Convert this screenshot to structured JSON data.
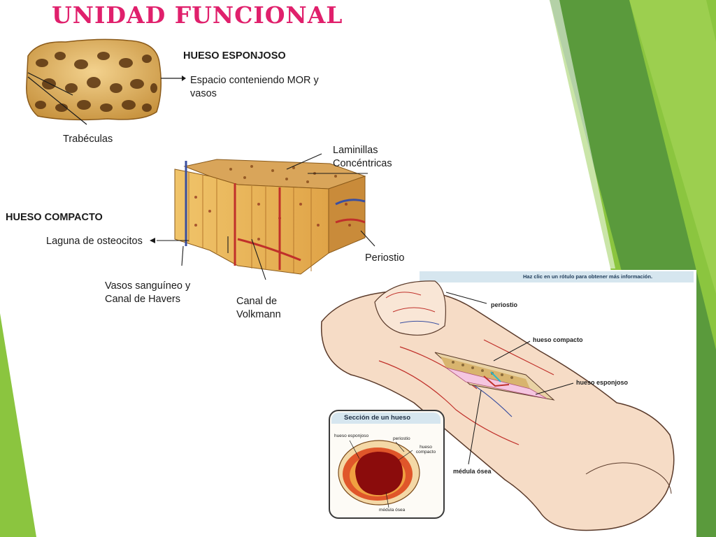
{
  "title": "UNIDAD FUNCIONAL",
  "colors": {
    "title": "#e0206c",
    "accent_green": "#8bc53f",
    "accent_dark_green": "#5a9a3c",
    "bone_tan": "#e8c27a",
    "marrow_red": "#8b0c0c"
  },
  "spongy": {
    "header": "HUESO ESPONJOSO",
    "space_label": "Espacio conteniendo MOR y vasos",
    "trabeculae_label": "Trabéculas"
  },
  "compact": {
    "header": "HUESO COMPACTO",
    "lamellae_label": "Laminillas Concéntricas",
    "lacuna_label": "Laguna de osteocitos",
    "periosteum_label": "Periostio",
    "vessels_label": "Vasos sanguíneo y Canal de Havers",
    "volkmann_label": "Canal de Volkmann"
  },
  "bone_figure": {
    "instruction": "Haz clic en un rótulo para obtener más información.",
    "periostio": "periostio",
    "hueso_compacto": "hueso compacto",
    "hueso_esponjoso": "hueso esponjoso",
    "medula_osea": "médula ósea",
    "section": {
      "title": "Sección de un hueso",
      "hueso_esponjoso": "hueso esponjoso",
      "periostio": "periostio",
      "hueso_compacto": "hueso compacto",
      "medula_osea": "médula ósea"
    }
  }
}
